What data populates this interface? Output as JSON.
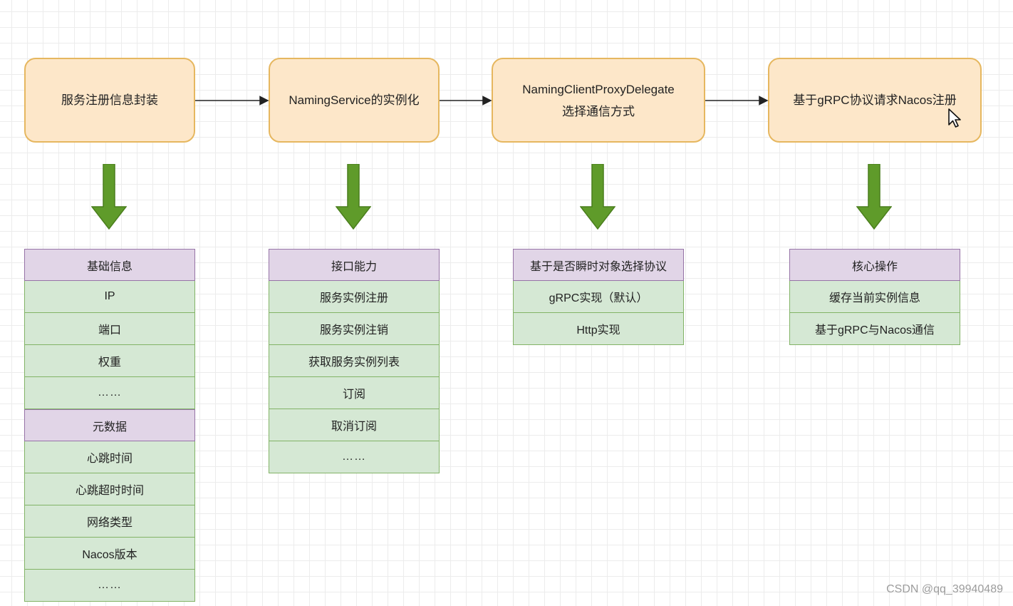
{
  "steps": [
    {
      "lines": [
        "服务注册信息封装"
      ]
    },
    {
      "lines": [
        "NamingService的实例化"
      ]
    },
    {
      "lines": [
        "NamingClientProxyDelegate",
        "选择通信方式"
      ]
    },
    {
      "lines": [
        "基于gRPC协议请求Nacos注册"
      ]
    }
  ],
  "tables": [
    {
      "rows": [
        {
          "text": "基础信息",
          "kind": "head"
        },
        {
          "text": "IP",
          "kind": "item"
        },
        {
          "text": "端口",
          "kind": "item"
        },
        {
          "text": "权重",
          "kind": "item"
        },
        {
          "text": "……",
          "kind": "dots"
        },
        {
          "text": "元数据",
          "kind": "sub-head"
        },
        {
          "text": "心跳时间",
          "kind": "item"
        },
        {
          "text": "心跳超时时间",
          "kind": "item"
        },
        {
          "text": "网络类型",
          "kind": "item"
        },
        {
          "text": "Nacos版本",
          "kind": "item"
        },
        {
          "text": "……",
          "kind": "dots"
        }
      ]
    },
    {
      "rows": [
        {
          "text": "接口能力",
          "kind": "head"
        },
        {
          "text": "服务实例注册",
          "kind": "item"
        },
        {
          "text": "服务实例注销",
          "kind": "item"
        },
        {
          "text": "获取服务实例列表",
          "kind": "item"
        },
        {
          "text": "订阅",
          "kind": "item"
        },
        {
          "text": "取消订阅",
          "kind": "item"
        },
        {
          "text": "……",
          "kind": "dots"
        }
      ]
    },
    {
      "rows": [
        {
          "text": "基于是否瞬时对象选择协议",
          "kind": "head"
        },
        {
          "text": "gRPC实现（默认）",
          "kind": "item"
        },
        {
          "text": "Http实现",
          "kind": "item"
        }
      ]
    },
    {
      "rows": [
        {
          "text": "核心操作",
          "kind": "head"
        },
        {
          "text": "缓存当前实例信息",
          "kind": "item"
        },
        {
          "text": "基于gRPC与Nacos通信",
          "kind": "item"
        }
      ]
    }
  ],
  "watermark": "CSDN @qq_39940489",
  "colors": {
    "process_fill": "#fde7c9",
    "process_border": "#e6b75f",
    "header_fill": "#e1d5e7",
    "header_border": "#9673a6",
    "item_fill": "#d5e8d4",
    "item_border": "#82b366",
    "down_arrow": "#5f9b2a"
  },
  "icons": {
    "cursor": "mouse-pointer-icon"
  }
}
